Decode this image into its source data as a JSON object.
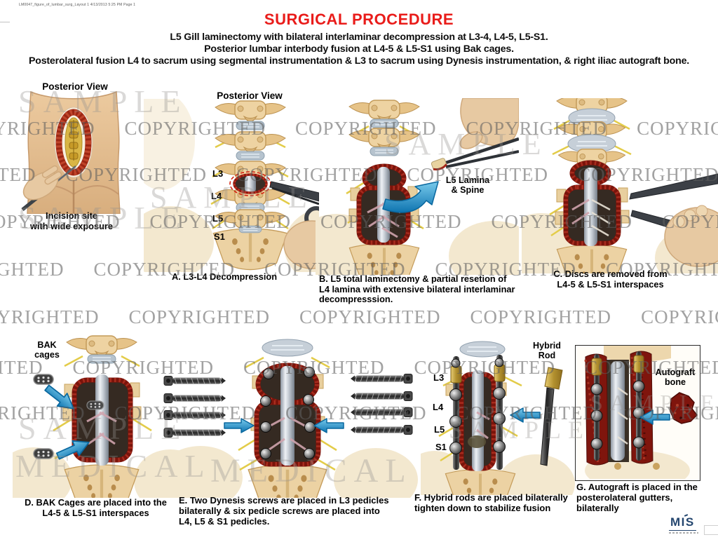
{
  "page": {
    "print_line": "LM0047_figure_of_lumbar_surg_Layout 1  4/13/2013  5:25 PM  Page 1"
  },
  "header": {
    "title": "SURGICAL PROCEDURE",
    "description_lines": [
      "L5 Gill laminectomy  with bilateral interlaminar decompression at L3-4, L4-5, L5-S1.",
      "Posterior lumbar interbody fusion at L4-5 & L5-S1 using Bak cages.",
      "Posterolateral fusion L4 to sacrum using segmental instrumentation & L3 to sacrum using Dynesis instrumentation, & right iliac autograft bone."
    ]
  },
  "watermarks": {
    "copyrighted": "COPYRIGHTED",
    "sample": "SAMPLE",
    "medical": "MEDICAL"
  },
  "panels": {
    "incision": {
      "view_label": "Posterior View",
      "caption_lines": [
        "Incision site",
        "with wide exposure"
      ]
    },
    "a": {
      "view_label": "Posterior View",
      "levels": [
        "L3",
        "L4",
        "L5",
        "S1"
      ],
      "caption_lines": [
        "A. L3-L4 Decompression"
      ]
    },
    "b": {
      "callout_lines": [
        "L5 Lamina",
        "& Spine"
      ],
      "caption_lines": [
        "B. L5 total laminectomy  & partial resetion of",
        "L4 lamina with extensive bilateral interlaminar",
        "decompresssion."
      ]
    },
    "c": {
      "caption_lines": [
        "C. Discs are removed from",
        "L4-5 & L5-S1 interspaces"
      ]
    },
    "d": {
      "callout_lines": [
        "BAK",
        "cages"
      ],
      "caption_lines": [
        "D. BAK Cages are placed into the",
        "L4-5 & L5-S1 interspaces"
      ]
    },
    "e": {
      "caption_lines": [
        "E. Two Dynesis screws are placed in L3 pedicles",
        "bilaterally & six pedicle screws are placed into",
        "L4, L5 & S1 pedicles."
      ]
    },
    "f": {
      "levels": [
        "L3",
        "L4",
        "L5",
        "S1"
      ],
      "callout_lines": [
        "Hybrid",
        "Rod"
      ],
      "caption_lines": [
        "F.  Hybrid rods are placed bilaterally",
        "tighten down to stabilize fusion"
      ]
    },
    "g": {
      "callout_lines": [
        "Autograft",
        "bone"
      ],
      "caption_lines": [
        "G.  Autograft is placed in the",
        "posterolateral gutters,",
        "bilaterally"
      ]
    }
  },
  "logo": {
    "text": "MIS"
  },
  "accent_colors": {
    "title_red": "#e91c1a",
    "arrow_blue": "#1b8fc9",
    "rim_red": "#7a140b",
    "bone_tan": "#ecd2a3"
  }
}
